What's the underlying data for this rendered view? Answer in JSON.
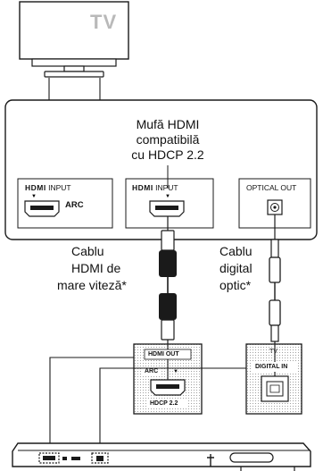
{
  "tv": {
    "label": "TV"
  },
  "callout": {
    "line1": "Mufă HDMI",
    "line2": "compatibilă",
    "line3": "cu HDCP 2.2"
  },
  "tv_ports": {
    "arc": {
      "logo": "HDMI",
      "input": "INPUT",
      "tag": "ARC"
    },
    "hdcp": {
      "logo": "HDMI",
      "input": "INPUT"
    },
    "optical": {
      "label": "OPTICAL OUT"
    }
  },
  "cables": {
    "hdmi": {
      "line1": "Cablu",
      "line2": "HDMI de",
      "line3": "mare viteză*"
    },
    "optical": {
      "line1": "Cablu",
      "line2": "digital",
      "line3": "optic*"
    }
  },
  "soundbar_ports": {
    "hdmi_out": {
      "title": "HDMI OUT",
      "arc": "ARC",
      "hdcp": "HDCP 2.2",
      "arrow": "▼"
    },
    "digital_in": {
      "tv": "TV",
      "label": "DIGITAL IN"
    }
  },
  "colors": {
    "line": "#1a1a1a",
    "panel_bg": "#ffffff",
    "dots": "#e6e6e6",
    "tv_label": "#b9b9b9"
  }
}
